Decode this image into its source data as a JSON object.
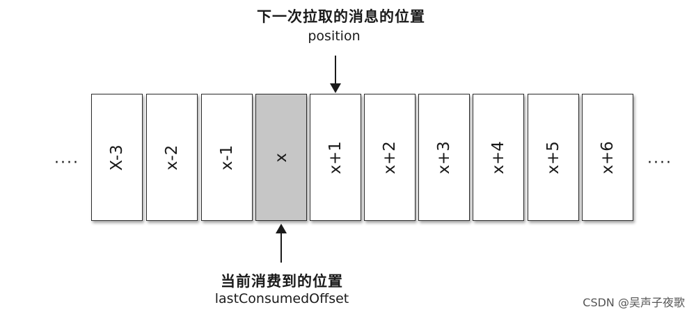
{
  "top_annotation": {
    "title": "下一次拉取的消息的位置",
    "variable": "position"
  },
  "bottom_annotation": {
    "title": "当前消费到的位置",
    "variable": "lastConsumedOffset"
  },
  "ellipsis": {
    "left": "····",
    "right": "····"
  },
  "cells": [
    {
      "label": "X-3",
      "highlighted": false
    },
    {
      "label": "x-2",
      "highlighted": false
    },
    {
      "label": "x-1",
      "highlighted": false
    },
    {
      "label": "x",
      "highlighted": true
    },
    {
      "label": "x+1",
      "highlighted": false
    },
    {
      "label": "x+2",
      "highlighted": false
    },
    {
      "label": "x+3",
      "highlighted": false
    },
    {
      "label": "x+4",
      "highlighted": false
    },
    {
      "label": "x+5",
      "highlighted": false
    },
    {
      "label": "x+6",
      "highlighted": false
    }
  ],
  "colors": {
    "highlight": "#c6c6c6",
    "border": "#2a2a2a"
  },
  "watermark": "CSDN @吴声子夜歌"
}
